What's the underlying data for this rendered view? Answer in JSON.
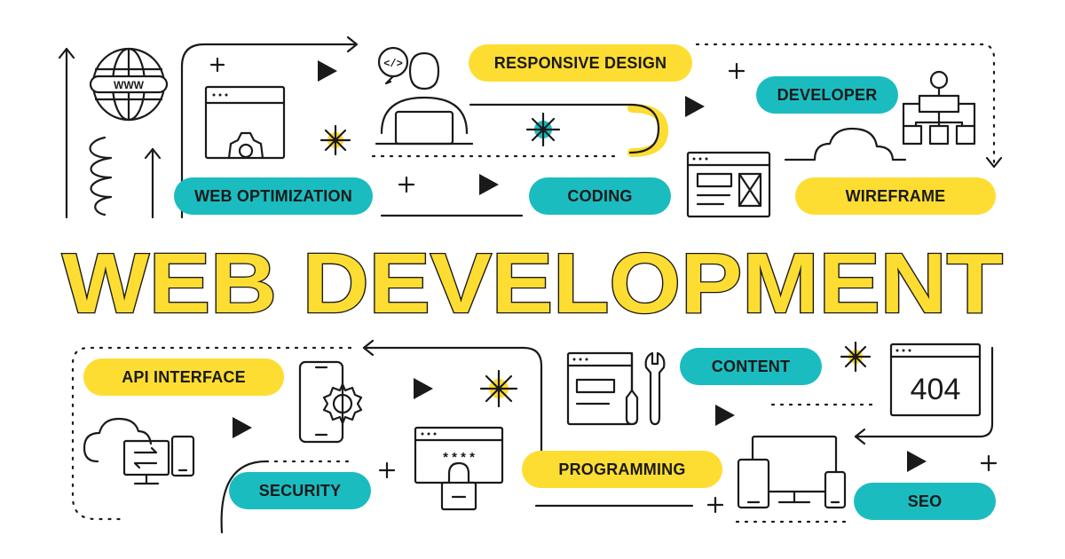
{
  "title": "WEB DEVELOPMENT",
  "colors": {
    "yellow": "#fedd33",
    "teal": "#1bbcc0",
    "line": "#1a1a1a"
  },
  "labels": {
    "responsive_design": "RESPONSIVE DESIGN",
    "developer": "DEVELOPER",
    "web_optimization": "WEB OPTIMIZATION",
    "coding": "CODING",
    "wireframe": "WIREFRAME",
    "api_interface": "API INTERFACE",
    "content": "CONTENT",
    "programming": "PROGRAMMING",
    "security": "SECURITY",
    "seo": "SEO"
  },
  "icon_text": {
    "www": "WWW",
    "code": "</>",
    "error_code": "404",
    "password_mask": "* * * *"
  }
}
